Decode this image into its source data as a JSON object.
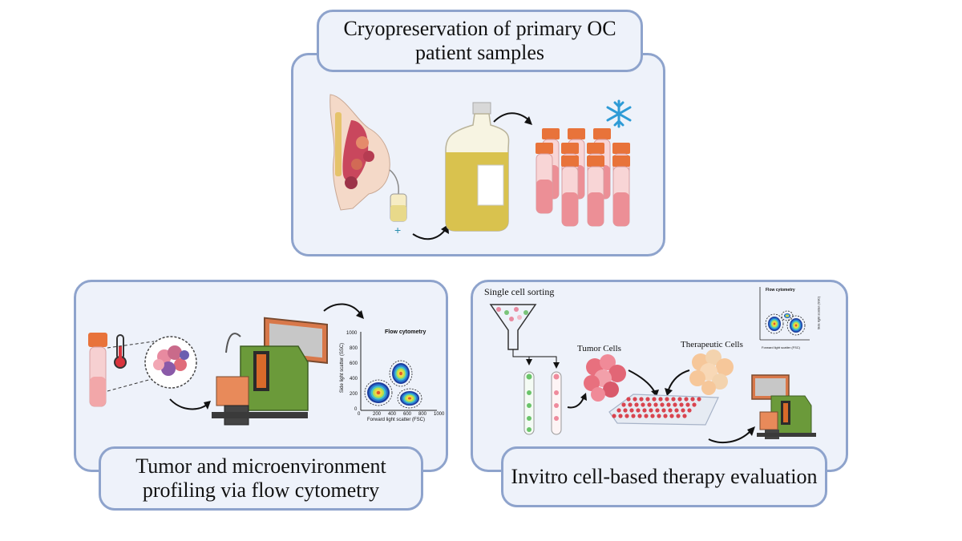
{
  "panels": {
    "top": {
      "title_line1": "Cryopreservation of primary OC",
      "title_line2": "patient samples"
    },
    "left": {
      "title_line1": "Tumor and microenvironment",
      "title_line2": "profiling via flow cytometry",
      "plot": {
        "title": "Flow cytometry",
        "ylabel": "Side light scatter (SSC)",
        "xlabel": "Forward light scatter (FSC)",
        "xticks": [
          "0",
          "200",
          "400",
          "600",
          "800",
          "1000"
        ],
        "yticks": [
          "0",
          "200",
          "400",
          "600",
          "800",
          "1000"
        ]
      }
    },
    "right": {
      "title": "Invitro cell-based therapy evaluation",
      "single_cell": "Single cell sorting",
      "tumor_cells": "Tumor Cells",
      "therapeutic_cells": "Therapeutic Cells",
      "plot": {
        "title": "Flow cytometry",
        "ylabel": "Side light scatter (SSC)",
        "xlabel": "Forward light scatter (FSC)"
      }
    }
  },
  "colors": {
    "panel_fill": "#eef2fa",
    "panel_border": "#8ea3cc",
    "tube_cap": "#e8733a",
    "tube_body": "#f2a7a9",
    "machine_green": "#6b9a3a",
    "snowflake": "#2e9bd6"
  },
  "icons": [
    "snowflake-icon",
    "thermometer-icon",
    "arrow-icon",
    "flow-cytometer-icon",
    "test-tube-icon",
    "bottle-icon",
    "well-plate-icon"
  ]
}
